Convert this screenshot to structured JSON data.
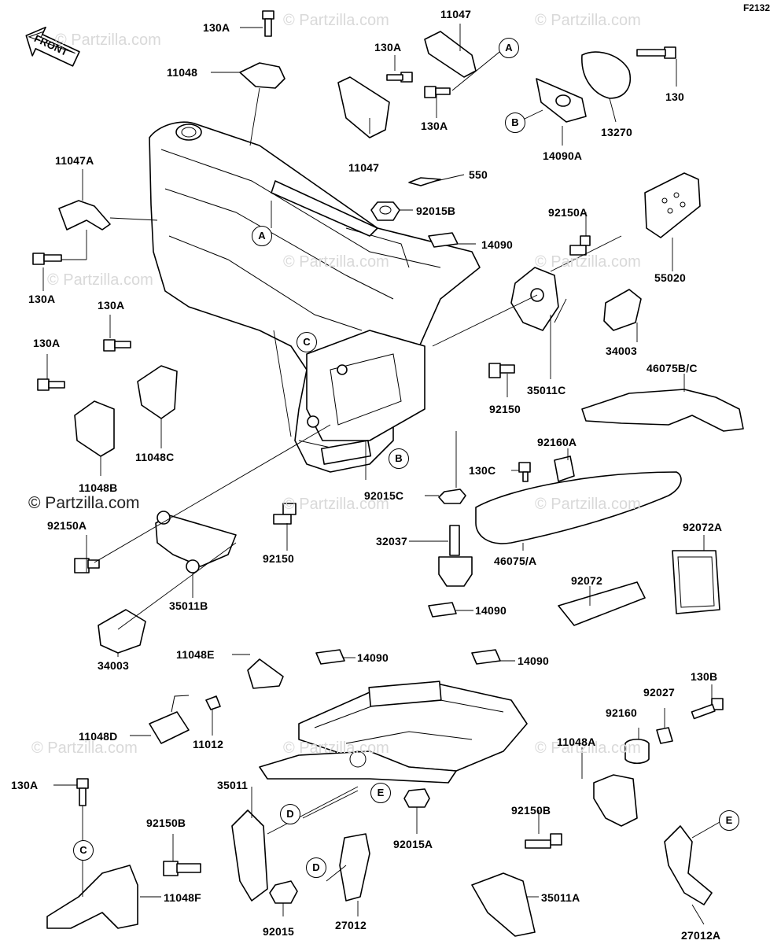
{
  "diagram_code": "F2132",
  "front_label": "FRONT",
  "brand_watermark": "© Partzilla.com",
  "watermark_text": "© Partzilla.com",
  "part_labels": {
    "p130A_top": "130A",
    "p11047_top": "11047",
    "p130A_mid": "130A",
    "p11048": "11048",
    "p130A_b": "130A",
    "p130": "130",
    "p13270": "13270",
    "p14090A": "14090A",
    "p11047_bot": "11047",
    "p11047A": "11047A",
    "p550": "550",
    "p92015B": "92015B",
    "p92150A": "92150A",
    "p14090_1": "14090",
    "p55020": "55020",
    "p130A_l": "130A",
    "p130A_l2": "130A",
    "p130A_l3": "130A",
    "p34003_r": "34003",
    "p46075BC": "46075B/C",
    "p35011C": "35011C",
    "p92150_r": "92150",
    "p11048C": "11048C",
    "p11048B": "11048B",
    "p92160A": "92160A",
    "p130C": "130C",
    "p92015C": "92015C",
    "p92150A_l": "92150A",
    "p92072A": "92072A",
    "p32037": "32037",
    "p92150_m": "92150",
    "p46075A": "46075/A",
    "p92072": "92072",
    "p35011B": "35011B",
    "p34003_l": "34003",
    "p14090_2": "14090",
    "p14090_3": "14090",
    "p14090_4": "14090",
    "p11048E": "11048E",
    "p130B": "130B",
    "p92027": "92027",
    "p92160": "92160",
    "p11048D": "11048D",
    "p11012": "11012",
    "p11048A": "11048A",
    "p130A_bot": "130A",
    "p35011": "35011",
    "p92150B_l": "92150B",
    "p92150B_r": "92150B",
    "p92015A": "92015A",
    "p11048F": "11048F",
    "p92015": "92015",
    "p27012": "27012",
    "p35011A": "35011A",
    "p27012A": "27012A"
  },
  "refs": {
    "r_a1": "A",
    "r_a2": "A",
    "r_b1": "B",
    "r_b2": "B",
    "r_c1": "C",
    "r_c2": "C",
    "r_d1": "D",
    "r_d2": "D",
    "r_e1": "E",
    "r_e2": "E"
  }
}
